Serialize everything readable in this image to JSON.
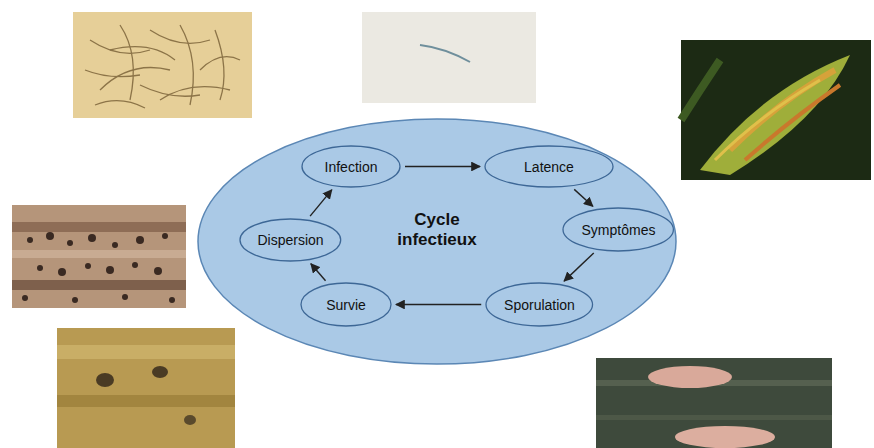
{
  "diagram": {
    "nodes": [
      {
        "text": [
          "Cycle infectieux"
        ]
      },
      {
        "text": [
          "Infection"
        ],
        "in": 0
      },
      {
        "text": [
          "Latence"
        ],
        "in": 0
      },
      {
        "text": [
          "Symptômes"
        ],
        "in": 0
      },
      {
        "text": [
          "Sporulation"
        ],
        "in": 0
      },
      {
        "text": [
          "Survie"
        ],
        "in": 0
      },
      {
        "text": [
          "Dispersion"
        ],
        "in": 0
      }
    ],
    "edges": [
      {
        "from": 1,
        "to": 2,
        "arrow": "to"
      },
      {
        "from": 2,
        "to": 3,
        "arrow": "to"
      },
      {
        "from": 3,
        "to": 4,
        "arrow": "to"
      },
      {
        "from": 4,
        "to": 5,
        "arrow": "to"
      },
      {
        "from": 5,
        "to": 6,
        "arrow": "to"
      },
      {
        "from": 6,
        "to": 1,
        "arrow": "to"
      }
    ]
  }
}
